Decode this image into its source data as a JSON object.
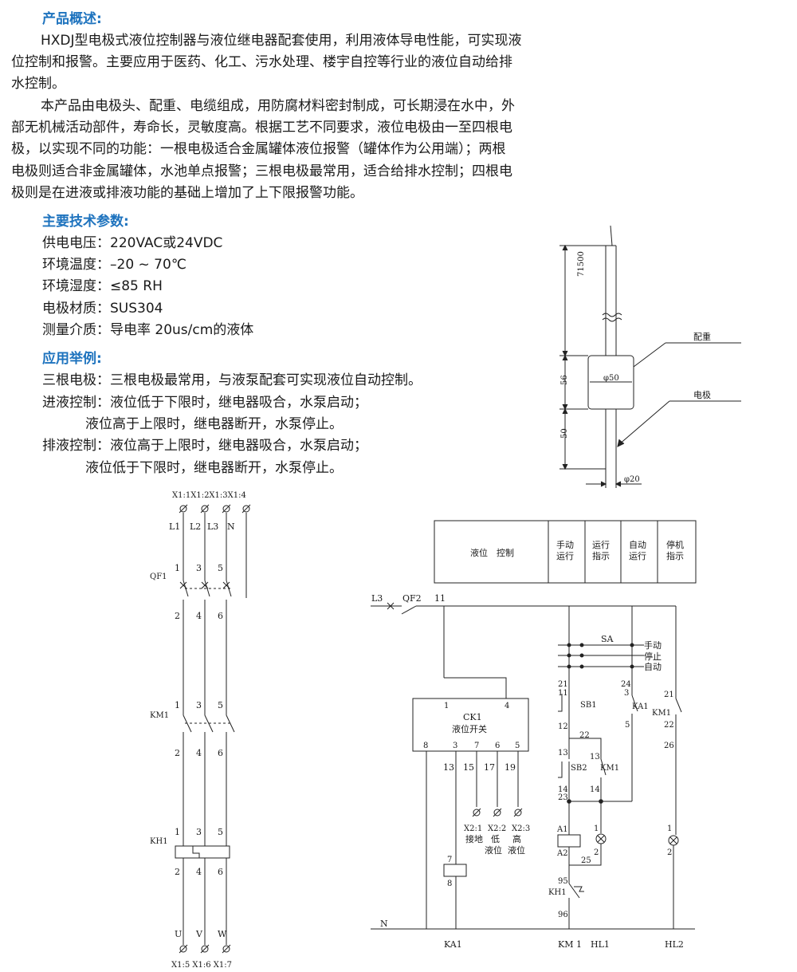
{
  "overview": {
    "heading": "产品概述:",
    "para1_line1": "HXDJ型电极式液位控制器与液位继电器配套使用，利用液体导电性能，可实现液",
    "para1_line2": "位控制和报警。主要应用于医药、化工、污水处理、楼宇自控等行业的液位自动给排",
    "para1_line3": "水控制。",
    "para2_line1": "本产品由电极头、配重、电缆组成，用防腐材料密封制成，可长期浸在水中，外",
    "para2_line2": "部无机械活动部件，寿命长，灵敏度高。根据工艺不同要求，液位电极由一至四根电",
    "para2_line3": "极，以实现不同的功能：一根电极适合金属罐体液位报警（罐体作为公用端）；两根",
    "para2_line4": "电极则适合非金属罐体，水池单点报警；三根电极最常用，适合给排水控制；四根电",
    "para2_line5": "极则是在进液或排液功能的基础上增加了上下限报警功能。"
  },
  "specs": {
    "heading": "主要技术参数:",
    "items": [
      "供电电压：220VAC或24VDC",
      "环境温度：–20 ~ 70℃",
      "环境湿度：≤85 RH",
      "电极材质：SUS304",
      "测量介质：导电率 20us/cm的液体"
    ]
  },
  "examples": {
    "heading": "应用举例:",
    "lines": [
      "三根电极：三根电极最常用，与液泵配套可实现液位自动控制。",
      "进液控制：液位低于下限时，继电器吸合，水泵启动；",
      "液位高于上限时，继电器断开，水泵停止。",
      "排液控制：液位高于上限时，继电器吸合，水泵启动；",
      "液位低于下限时，继电器断开，水泵停止。"
    ]
  },
  "dimension_drawing": {
    "dim_top": "71500",
    "dim_mid": "56",
    "dim_bottom": "50",
    "weight_dia": "φ50",
    "rod_dia": "φ20",
    "weight_label": "配重",
    "electrode_label": "电极"
  },
  "main_circuit": {
    "terminals_top": "X1:1X1:2X1:3X1:4",
    "phases": [
      "L1",
      "L2",
      "L3",
      "N"
    ],
    "qf1": "QF1",
    "km1": "KM1",
    "kh1": "KH1",
    "pins_in": [
      "1",
      "3",
      "5"
    ],
    "pins_out": [
      "2",
      "4",
      "6"
    ],
    "outputs": [
      "U",
      "V",
      "W"
    ],
    "terminals_bottom": "X1:5 X1:6 X1:7"
  },
  "control_circuit": {
    "table_headers": [
      "液位　控制",
      "手动\n运行",
      "运行\n指示",
      "自动\n运行",
      "停机\n指示"
    ],
    "l3": "L3",
    "qf2": "QF2",
    "node_11": "11",
    "sa": "SA",
    "sa_modes": [
      "手动",
      "停止",
      "自动"
    ],
    "ck1_title": "CK1",
    "ck1_name": "液位开关",
    "ck1_pins_top": [
      "1",
      "4"
    ],
    "ck1_pins_bottom": [
      "8",
      "3",
      "7",
      "6",
      "5"
    ],
    "wire_nums": [
      "13",
      "15",
      "17",
      "19"
    ],
    "x2_terms": [
      "X2:1",
      "X2:2",
      "X2:3"
    ],
    "x2_labels": [
      "接地",
      "低",
      "高",
      "液位",
      "液位"
    ],
    "coil_pins": [
      "7",
      "8"
    ],
    "sb1": "SB1",
    "sb2": "SB2",
    "ka1": "KA1",
    "km1": "KM1",
    "kh1": "KH1",
    "neutral": "N",
    "bottom_labels": [
      "KA1",
      "KM 1",
      "HL1",
      "HL2"
    ],
    "numbers": [
      "21",
      "11",
      "12",
      "22",
      "13",
      "13",
      "14",
      "14",
      "23",
      "A1",
      "A2",
      "25",
      "95",
      "96",
      "24",
      "3",
      "5",
      "1",
      "2",
      "21",
      "22",
      "26",
      "1",
      "2"
    ]
  }
}
